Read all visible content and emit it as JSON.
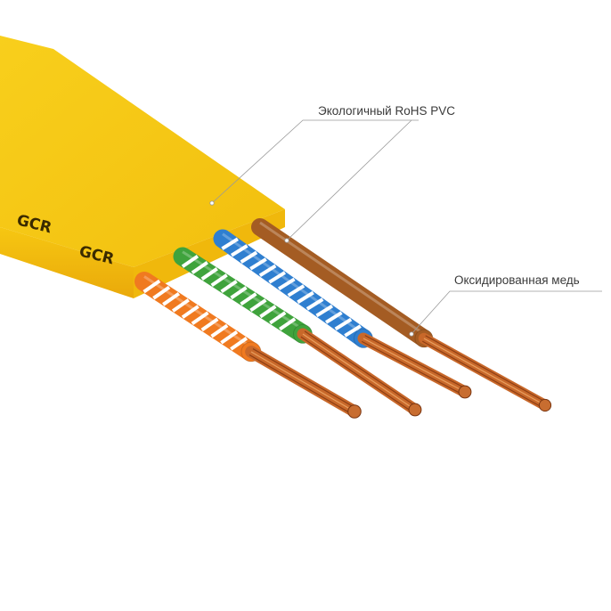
{
  "callouts": {
    "jacket": "Экологичный RoHS PVC",
    "conductor": "Оксидированная медь"
  },
  "brand": {
    "print_1": "GCR",
    "print_2": "GCR"
  },
  "colors": {
    "jacket": "#f5c713",
    "copper": "#c8682a",
    "orange": "#f07a20",
    "green": "#3fa33c",
    "blue": "#2f7fd0",
    "brown": "#a45c23"
  },
  "wires": [
    {
      "color_name": "orange",
      "striped": true
    },
    {
      "color_name": "green",
      "striped": true
    },
    {
      "color_name": "blue",
      "striped": true
    },
    {
      "color_name": "brown",
      "striped": false
    }
  ]
}
